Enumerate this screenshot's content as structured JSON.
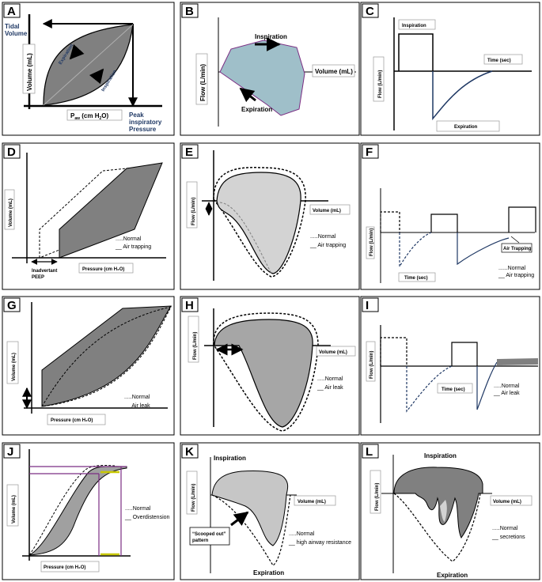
{
  "panels": {
    "A": {
      "letter": "A",
      "tidal_volume": [
        "Tidal",
        "Volume"
      ],
      "y_axis": "Volume (mL)",
      "x_axis_main": "P",
      "x_axis_sub": "aw",
      "x_axis_tail": " (cm H",
      "x_axis_sub2": "2",
      "x_axis_end": "O)",
      "expiration": "Expiration",
      "inspiration": "Inspiration",
      "peak": [
        "Peak",
        "inspiratory",
        "Pressure"
      ]
    },
    "B": {
      "letter": "B",
      "y_axis": "Flow (L/min)",
      "x_axis": "Volume (mL)",
      "inspiration": "Inspiration",
      "expiration": "Expiration"
    },
    "C": {
      "letter": "C",
      "y_axis": "Flow (L/min)",
      "inspiration": "Inspiration",
      "time": "Time (sec)",
      "expiration": "Expiration"
    },
    "D": {
      "letter": "D",
      "y_axis": "Volume (mL)",
      "x_axis": "Pressure (cm H₂O)",
      "peep": [
        "Inadvertant",
        "PEEP"
      ],
      "legend_normal": ".....Normal",
      "legend_other": "__ Air trapping"
    },
    "E": {
      "letter": "E",
      "y_axis": "Flow (L/min)",
      "x_axis": "Volume (mL)",
      "legend_normal": ".....Normal",
      "legend_other": "__ Air trapping"
    },
    "F": {
      "letter": "F",
      "y_axis": "Flow (L/min)",
      "time": "Time (sec)",
      "air_trapping": "Air Trapping",
      "legend_normal": "......Normal",
      "legend_other": "__ Air trapping"
    },
    "G": {
      "letter": "G",
      "y_axis": "Volume (mL)",
      "x_axis": "Pressure (cm H₂O)",
      "legend_normal": ".....Normal",
      "legend_other": "__ Air leak"
    },
    "H": {
      "letter": "H",
      "y_axis": "Flow (L/min)",
      "x_axis": "Volume (mL)",
      "legend_normal": ".....Normal",
      "legend_other": "__ Air leak"
    },
    "I": {
      "letter": "I",
      "y_axis": "Flow (L/min)",
      "time": "Time (sec)",
      "legend_normal": ".....Normal",
      "legend_other": "__ Air leak"
    },
    "J": {
      "letter": "J",
      "y_axis": "Volume (mL)",
      "x_axis": "Pressure (cm H₂O)",
      "legend_normal": ".....Normal",
      "legend_other": "__ Overdistension"
    },
    "K": {
      "letter": "K",
      "y_axis": "Flow (L/min)",
      "x_axis": "Volume (mL)",
      "inspiration": "Inspiration",
      "expiration": "Expiration",
      "scooped": [
        "“Scooped out”",
        "pattern"
      ],
      "legend_normal": ".....Normal",
      "legend_other": "__ high airway resistance"
    },
    "L": {
      "letter": "L",
      "y_axis": "Flow (L/min)",
      "x_axis": "Volume (mL)",
      "inspiration": "Inspiration",
      "expiration": "Expiration",
      "legend_normal": ".....Normal",
      "legend_other": "__ secretions"
    }
  },
  "colors": {
    "loop_gray": "#808080",
    "light_gray": "#d3d3d3",
    "flow_blue": "#9fbfc9",
    "dark_blue": "#1f3864",
    "purple": "#7b2d83",
    "yellow": "#c8c800"
  }
}
